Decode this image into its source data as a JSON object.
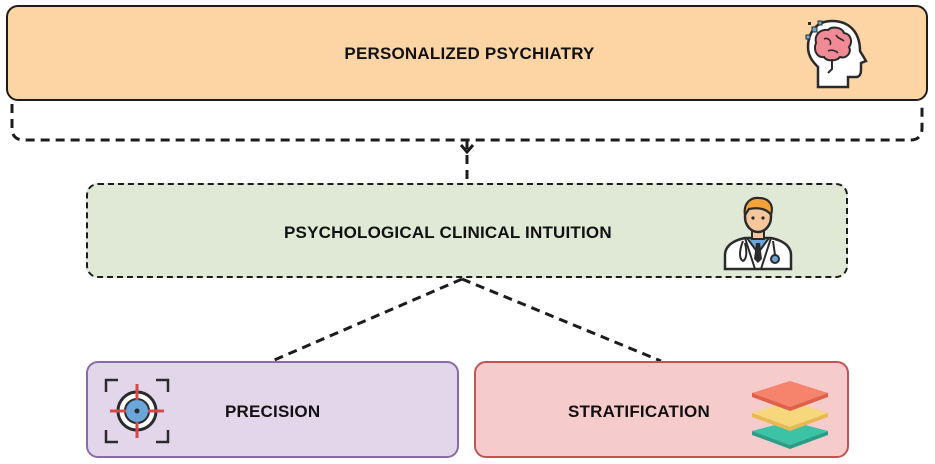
{
  "diagram": {
    "top": {
      "label": "PERSONALIZED PSYCHIATRY",
      "icon": "brain-head-icon"
    },
    "middle": {
      "label": "PSYCHOLOGICAL CLINICAL INTUITION",
      "icon": "doctor-icon"
    },
    "bottom_left": {
      "label": "PRECISION",
      "icon": "crosshair-target-icon"
    },
    "bottom_right": {
      "label": "STRATIFICATION",
      "icon": "layers-icon"
    }
  },
  "colors": {
    "top_fill": "#fdd4a3",
    "middle_fill": "#dfe9d6",
    "left_fill": "#e2d7ea",
    "left_border": "#8a6aa8",
    "right_fill": "#f6cbcb",
    "right_border": "#c55353"
  }
}
